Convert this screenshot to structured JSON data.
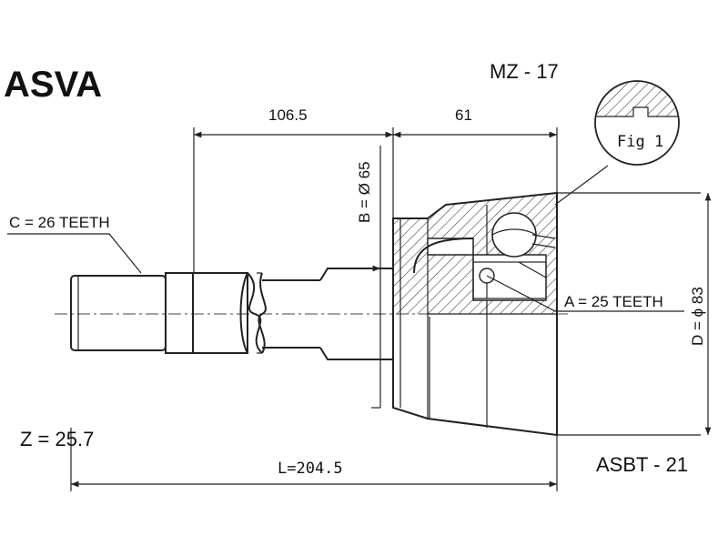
{
  "brand": "ASVA",
  "part_number": "MZ - 17",
  "reference": "ASBT - 21",
  "fig_label": "Fig 1",
  "dimensions": {
    "length_a": "106.5",
    "length_b": "61",
    "diameter_b": "B = Ø 65",
    "diameter_d": "D = ϕ 83",
    "teeth_c": "C = 26 TEETH",
    "teeth_a": "A = 25 TEETH",
    "z": "Z = 25.7",
    "total_length": "L=204.5"
  }
}
